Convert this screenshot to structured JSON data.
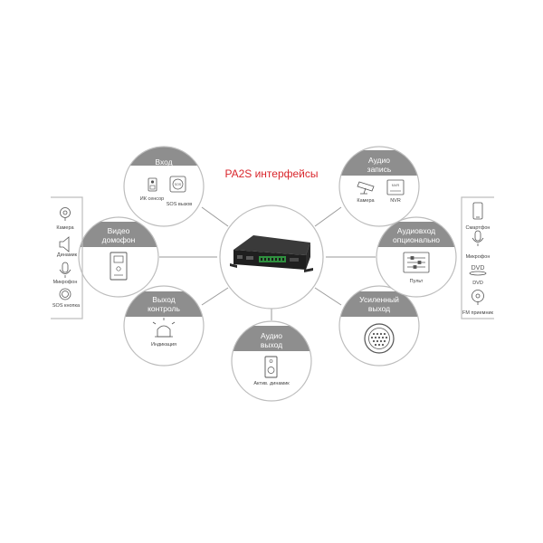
{
  "title": "PA2S интерфейсы",
  "colors": {
    "accent": "#d9262c",
    "band": "#8e8e8e",
    "ring": "#bdbdbd",
    "line": "#9a9a9a"
  },
  "center": {
    "name": "PA2S device"
  },
  "nodes": {
    "input": {
      "heading": [
        "Вход"
      ],
      "items": [
        "ИК сенсор",
        "SOS вызов"
      ]
    },
    "video_intercom": {
      "heading": [
        "Видео",
        "домофон"
      ],
      "items": []
    },
    "output_control": {
      "heading": [
        "Выход",
        "контроль"
      ],
      "items": [
        "Индикация"
      ]
    },
    "audio_out": {
      "heading": [
        "Аудио",
        "выход"
      ],
      "items": [
        "Актив. динамик"
      ]
    },
    "amplified_out": {
      "heading": [
        "Усиленный",
        "выход"
      ],
      "items": []
    },
    "audio_in_optional": {
      "heading": [
        "Аудиовход",
        "опционально"
      ],
      "items": [
        "Пульт"
      ]
    },
    "audio_record": {
      "heading": [
        "Аудио",
        "запись"
      ],
      "items": [
        "Камера",
        "NVR"
      ]
    }
  },
  "left_panel": {
    "items": [
      "Камера",
      "Динамик",
      "Микрофон",
      "SOS кнопка"
    ]
  },
  "right_panel": {
    "items": [
      "Смартфон",
      "Микрофон",
      "DVD",
      "FM приемник"
    ]
  },
  "icon_text": {
    "nvr": "NVR",
    "dvd": "DVD",
    "sos": "SOS"
  }
}
